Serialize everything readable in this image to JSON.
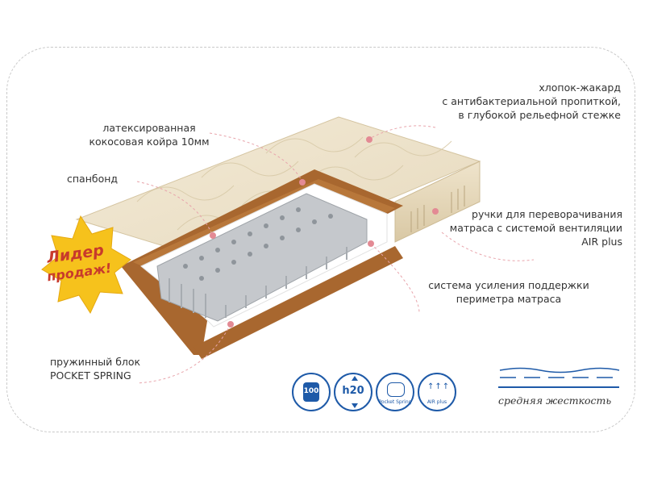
{
  "labels": {
    "top_right": [
      "хлопок-жакард",
      "с антибактериальной пропиткой,",
      "в глубокой рельефной стежке"
    ],
    "latex_coir": [
      "латексированная",
      "кокосовая койра 10мм"
    ],
    "spunbond": "спанбонд",
    "handles": [
      "ручки для переворачивания",
      "матраса с системой вентиляции",
      "AIR plus"
    ],
    "perimeter": [
      "система усиления поддержки",
      "периметра матраса"
    ],
    "spring_block": [
      "пружинный блок",
      "POCKET SPRING"
    ]
  },
  "badge": {
    "line1": "Лидер",
    "line2": "продаж!"
  },
  "icons": [
    {
      "name": "weight-100-icon",
      "text": "100",
      "sub": "кг"
    },
    {
      "name": "height-20-icon",
      "text": "h20",
      "sub": ""
    },
    {
      "name": "pocket-spring-icon",
      "text": "",
      "sub": "Pocket Spring"
    },
    {
      "name": "air-plus-icon",
      "text": "",
      "sub": "AIR plus"
    }
  ],
  "stiffness": "средняя жесткость",
  "colors": {
    "accent_blue": "#1e5aa8",
    "dot_pink": "#e38a94",
    "badge_red": "#c83a2c",
    "badge_yellow": "#f6c21c"
  }
}
